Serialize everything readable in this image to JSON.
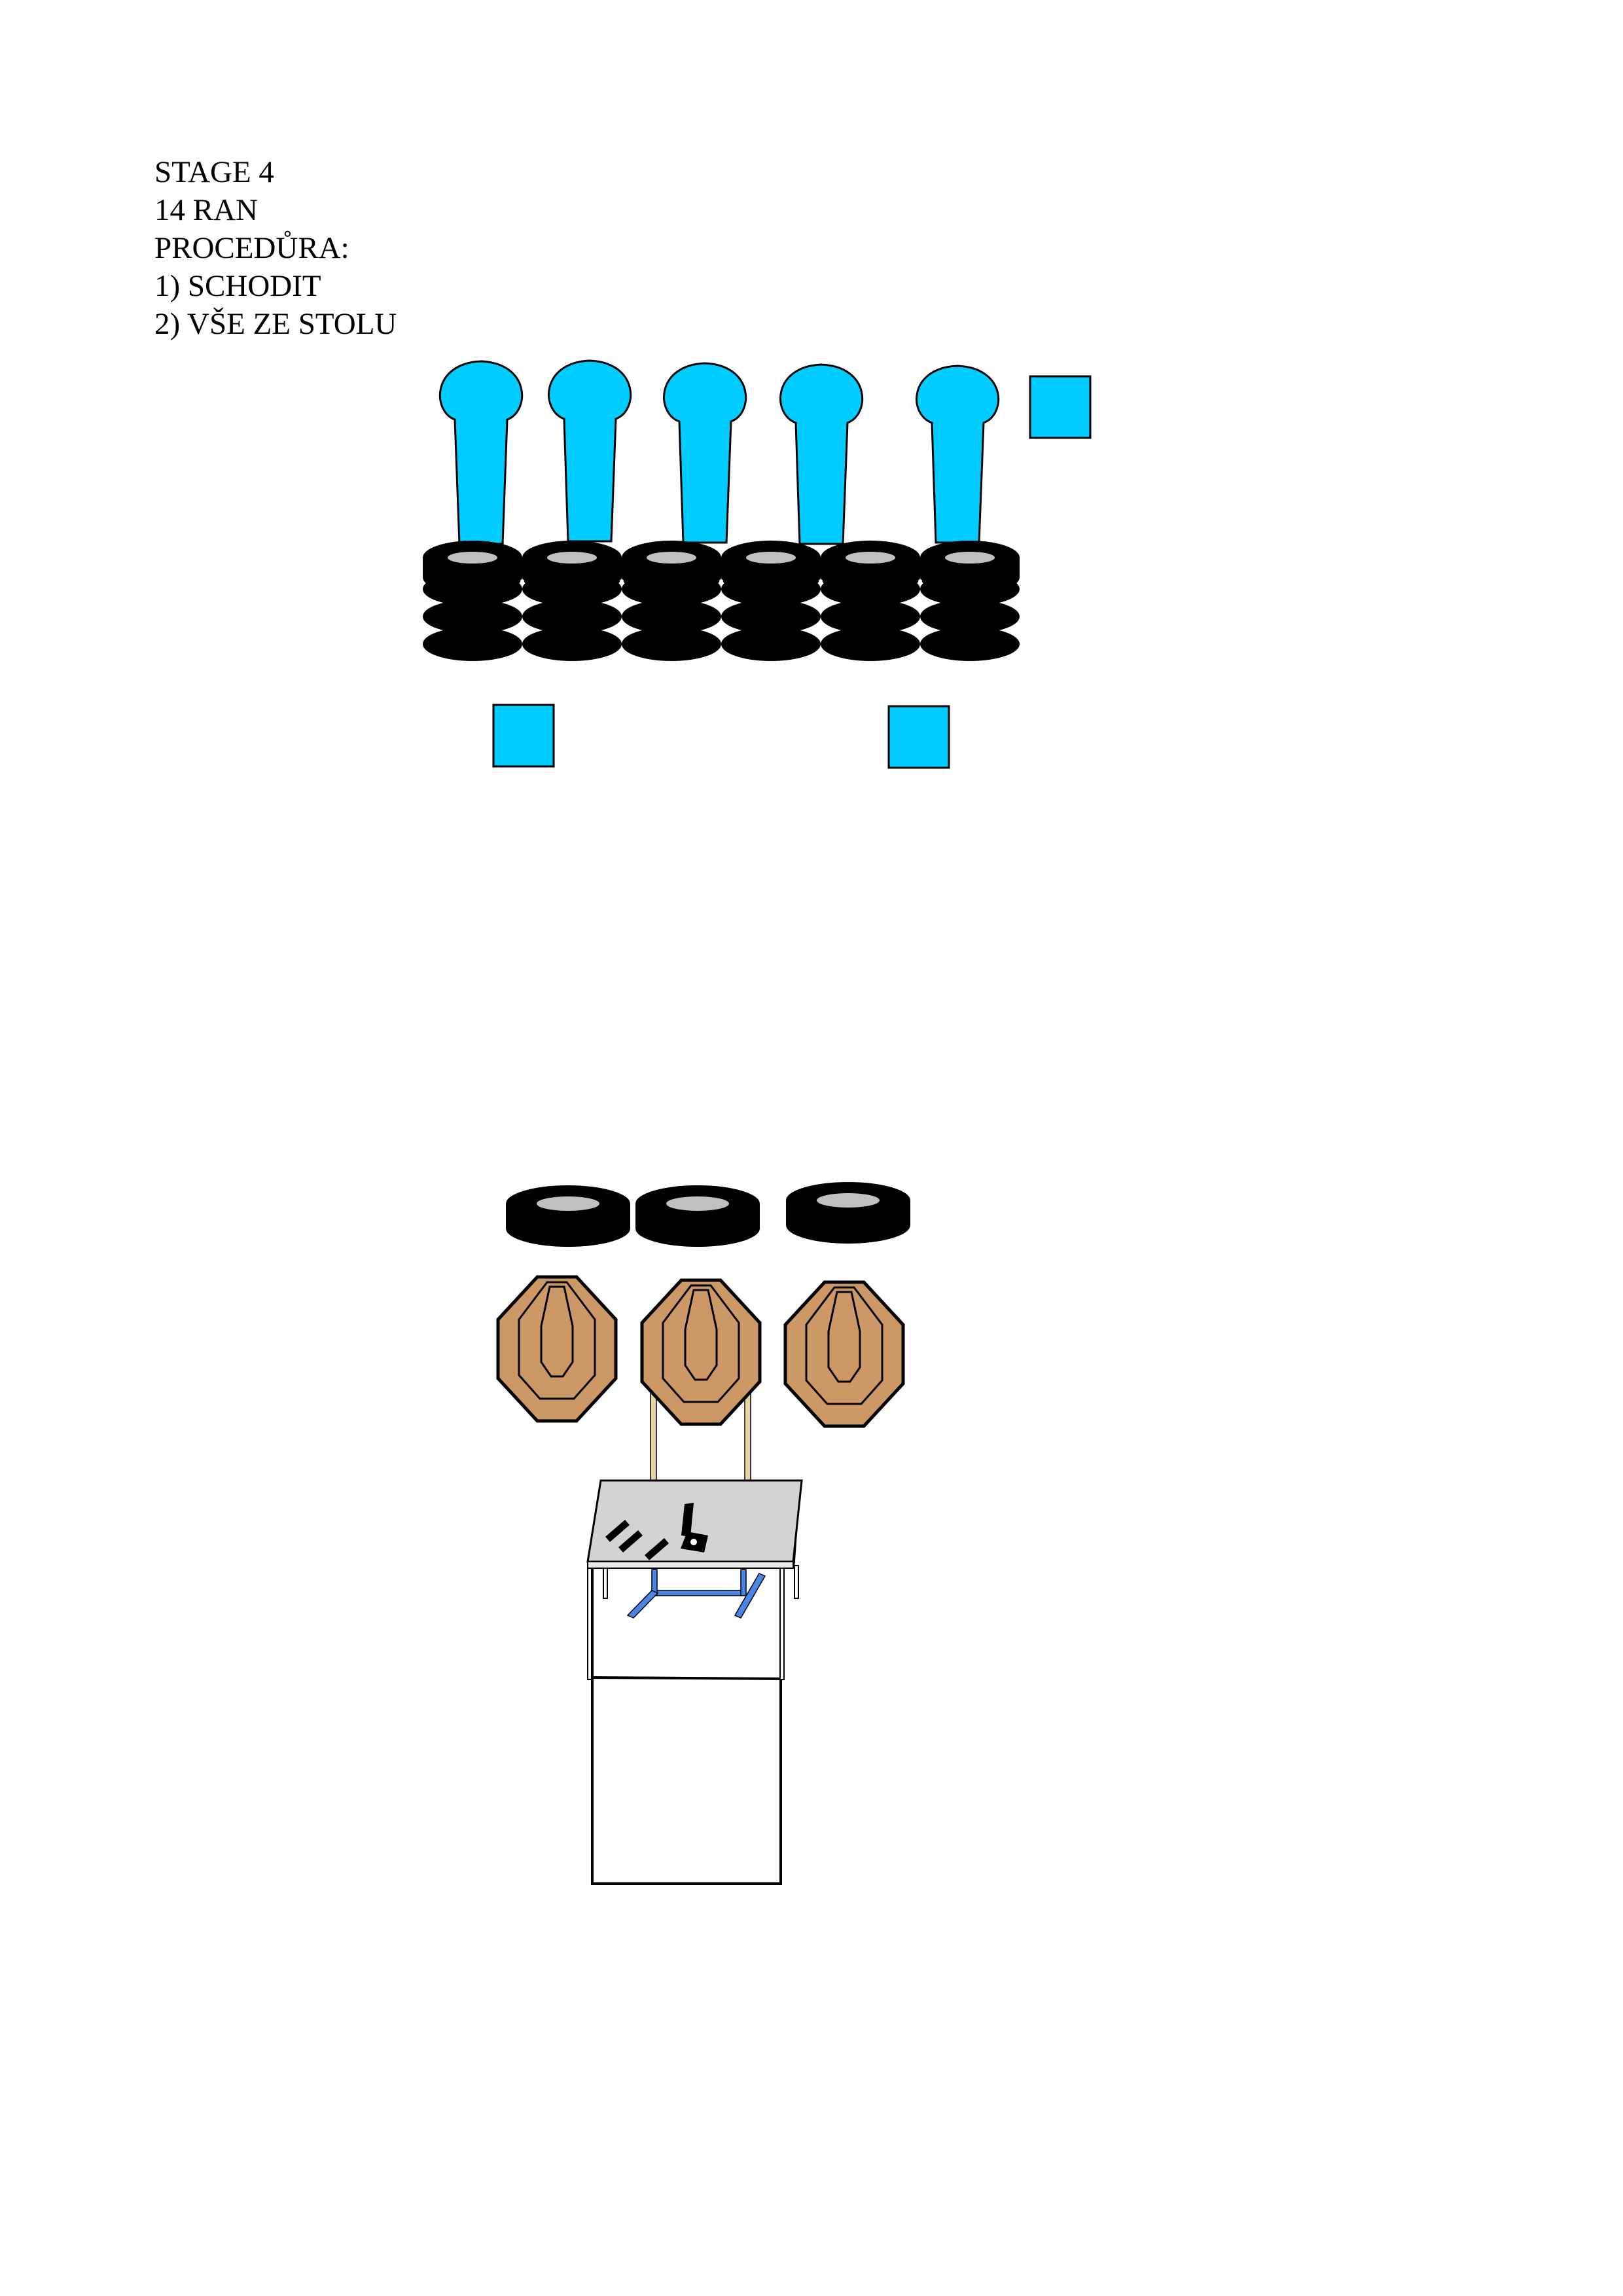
{
  "header": {
    "stage": "STAGE 4",
    "rounds": "14 RAN",
    "procedure_title": "PROCEDŮRA:",
    "step1": "1) SCHODIT",
    "step2": "2) VŠE ZE STOLU"
  },
  "colors": {
    "popper": "#00ccff",
    "tire": "#000000",
    "tire_hole": "#c0c0c0",
    "ipsc_target": "#cc9966",
    "target_stand": "#e8d4a8",
    "table_top": "#d3d3d3",
    "table_frame": "#4a86e8"
  },
  "icons": {
    "popper": "popper-target-icon",
    "plate": "steel-plate-icon",
    "tire": "tire-icon",
    "target": "ipsc-paper-target-icon",
    "pistol": "pistol-icon",
    "magazine": "magazine-icon"
  }
}
